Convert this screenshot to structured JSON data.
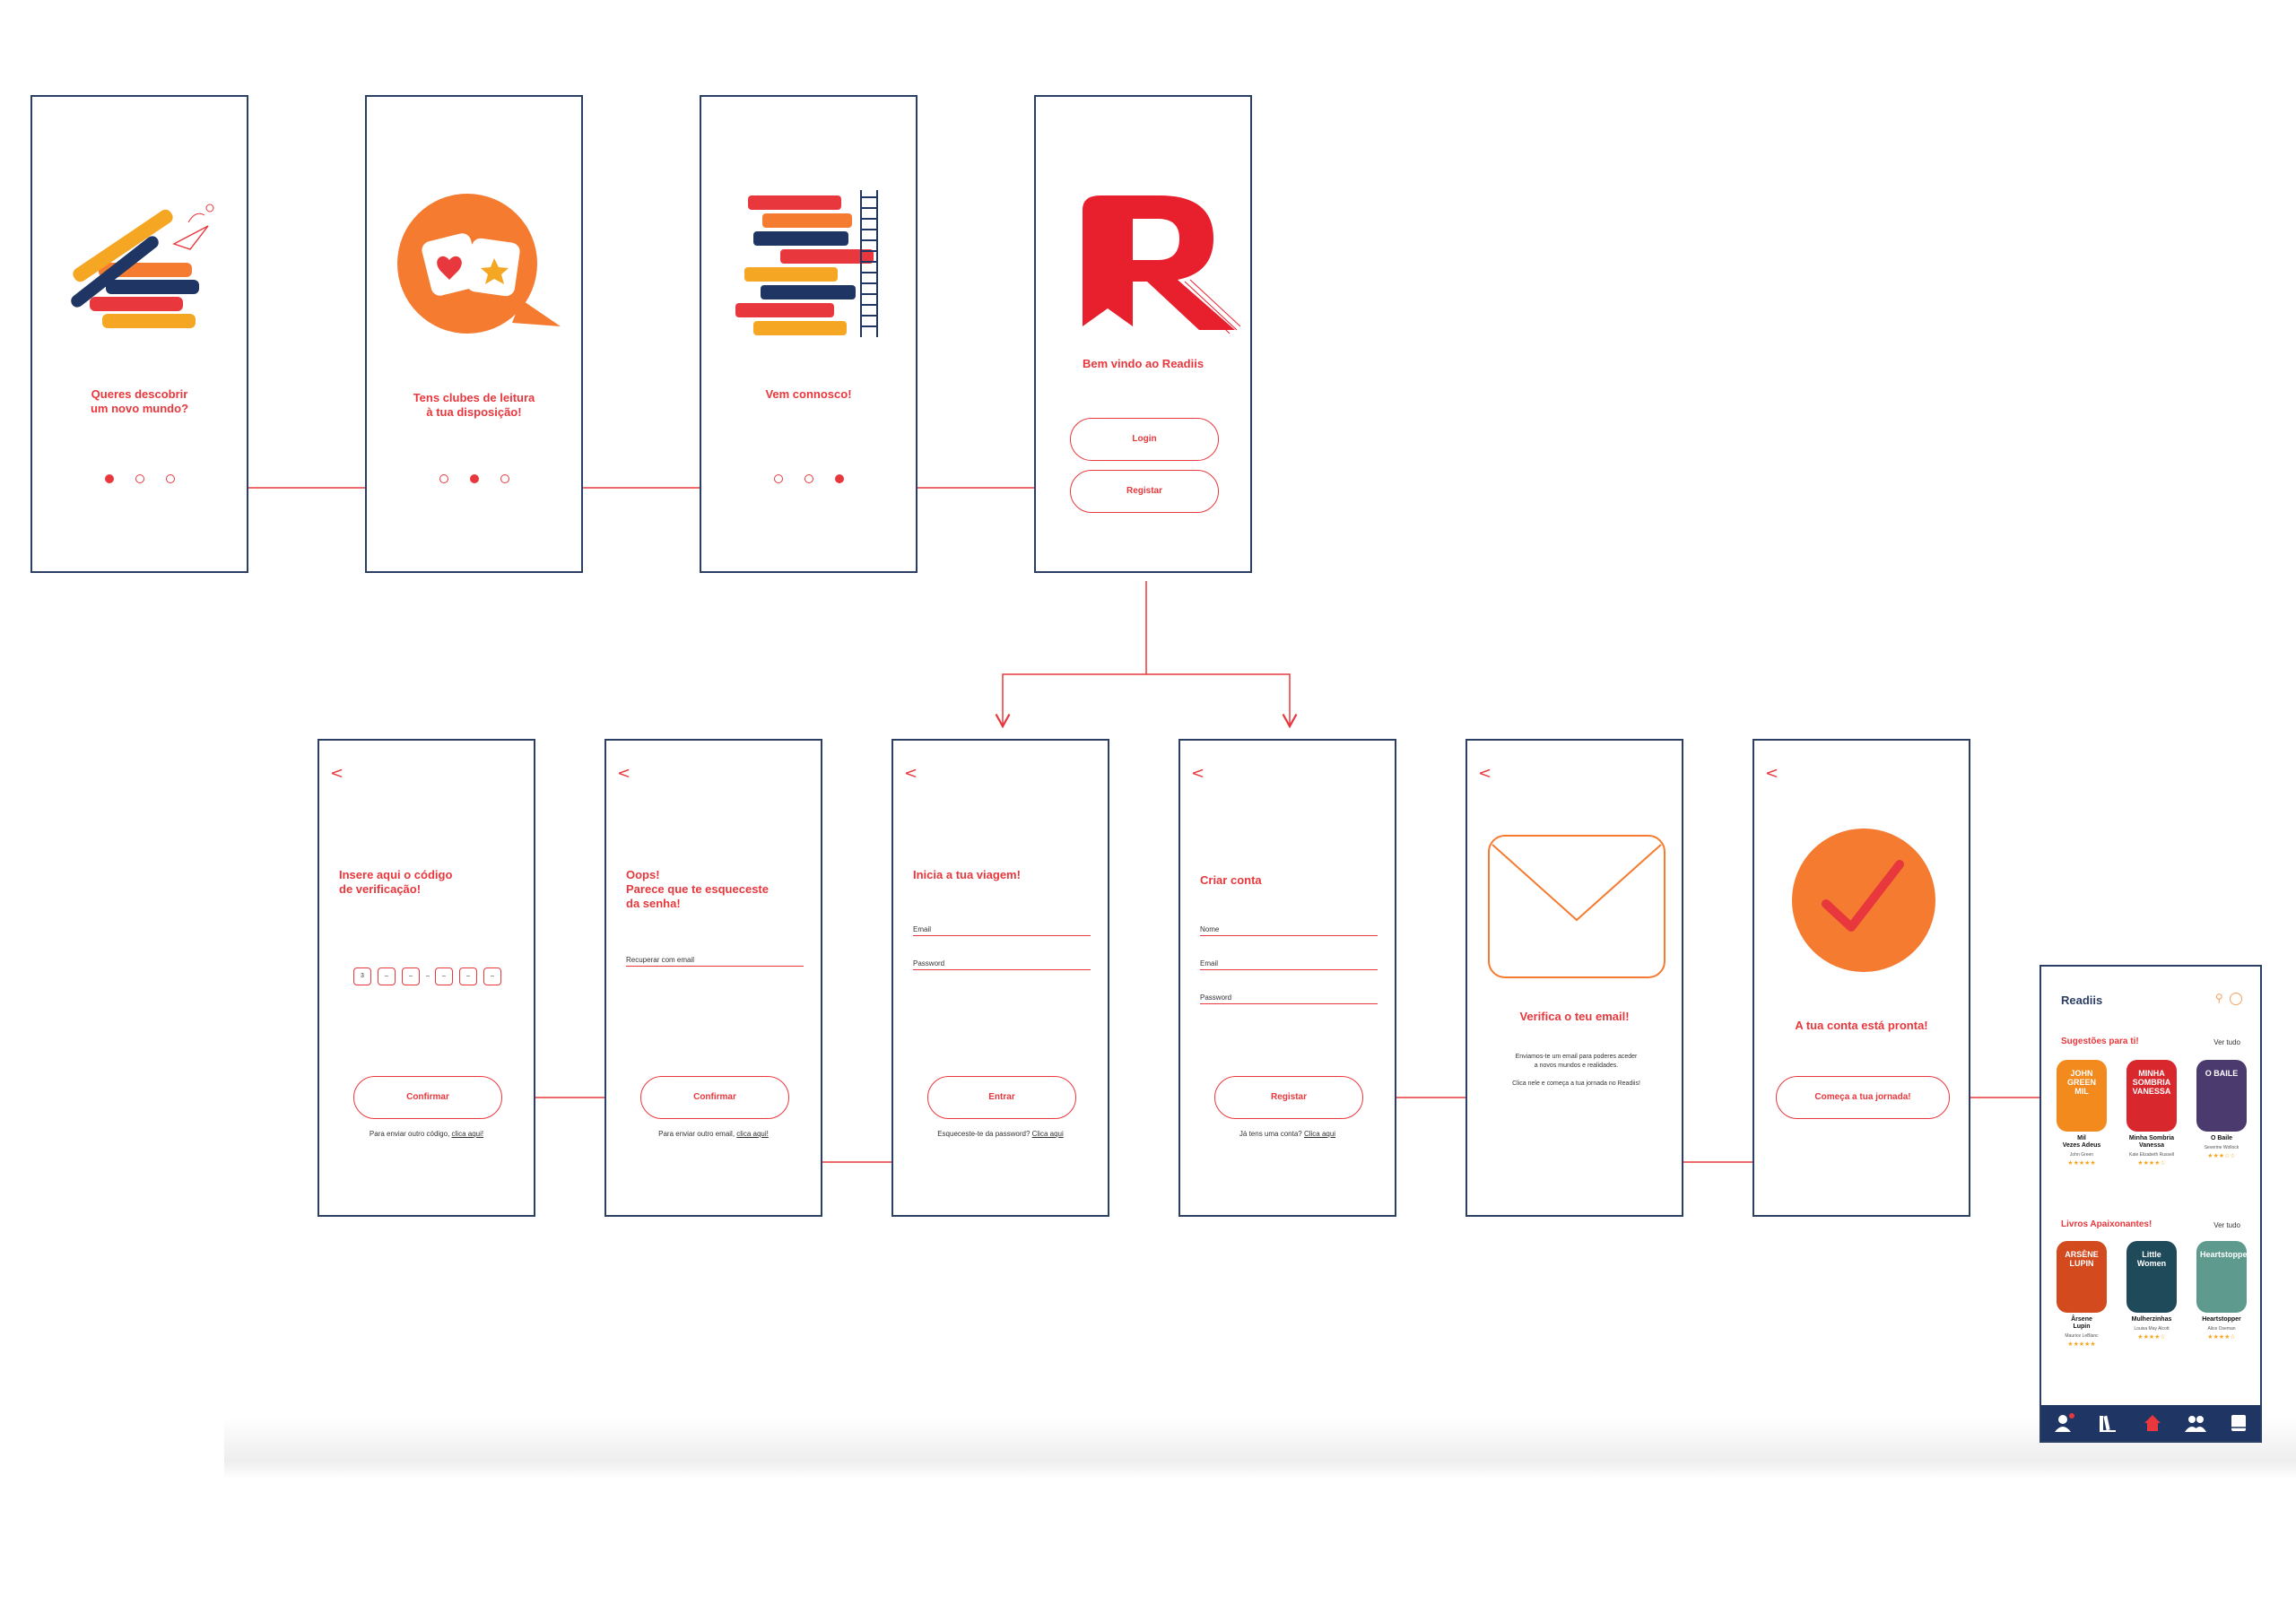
{
  "screens": {
    "onboarding_1": {
      "heading": "Queres descobrir\num novo mundo?"
    },
    "onboarding_2": {
      "heading": "Tens clubes de leitura\nà tua disposição!"
    },
    "onboarding_3": {
      "heading": "Vem connosco!"
    },
    "welcome": {
      "heading": "Bem vindo ao Readiis",
      "login_label": "Login",
      "register_label": "Registar"
    },
    "verify_code": {
      "back": "<",
      "heading": "Insere aqui o código\nde verificação!",
      "code_first_digit": "3",
      "confirm_label": "Confirmar",
      "note_text": "Para enviar outro código, ",
      "note_link": "clica aqui!"
    },
    "forgot_password": {
      "back": "<",
      "heading": "Oops!\nParece que te esqueceste\nda senha!",
      "email_placeholder": "Recuperar com email",
      "confirm_label": "Confirmar",
      "note_text": "Para enviar outro email, ",
      "note_link": "clica aqui!"
    },
    "login": {
      "back": "<",
      "heading": "Inicia a tua viagem!",
      "email_label": "Email",
      "password_label": "Password",
      "enter_label": "Entrar",
      "note_text": "Esqueceste-te da password? ",
      "note_link": "Clica aqui"
    },
    "signup": {
      "back": "<",
      "heading": "Criar  conta",
      "name_label": "Nome",
      "email_label": "Email",
      "password_label": "Password",
      "register_label": "Registar",
      "note_text": "Já tens uma conta? ",
      "note_link": "Clica aqui"
    },
    "verify_email": {
      "back": "<",
      "heading": "Verifica o teu email!",
      "body_1": "Enviamos-te um email para poderes aceder\na novos mundos e realidades.",
      "body_2": "Clica nele e começa a tua jornada no Readiis!"
    },
    "account_ready": {
      "back": "<",
      "heading": "A tua conta está pronta!",
      "start_label": "Começa a tua jornada!"
    },
    "home": {
      "app_title": "Readiis",
      "section_1": "Sugestões para ti!",
      "section_2": "Livros Apaixonantes!",
      "see_all": "Ver tudo",
      "books_1": [
        {
          "cover_text": "JOHN GREEN MIL",
          "title": "Mil\nVezes Adeus",
          "author": "John Green",
          "stars": "★★★★★",
          "color": "#f28a1e"
        },
        {
          "cover_text": "MINHA SOMBRIA VANESSA",
          "title": "Minha Sombria\nVanessa",
          "author": "Kate Elizabeth Russell",
          "stars": "★★★★☆",
          "color": "#d9272e"
        },
        {
          "cover_text": "O BAILE",
          "title": "O Baile",
          "author": "Severine Wollock",
          "stars": "★★★☆☆",
          "color": "#4b3a6e"
        }
      ],
      "books_2": [
        {
          "cover_text": "ARSÈNE LUPIN",
          "title": "Ârsene\nLupin",
          "author": "Maurice LeBlanc",
          "stars": "★★★★★",
          "color": "#d24a1e"
        },
        {
          "cover_text": "Little Women",
          "title": "Mulherzinhas",
          "author": "Louisa May Alcott",
          "stars": "★★★★☆",
          "color": "#1f4a5a"
        },
        {
          "cover_text": "Heartstopper",
          "title": "Heartstopper",
          "author": "Alice Oseman",
          "stars": "★★★★☆",
          "color": "#5e9b8e"
        }
      ]
    }
  },
  "colors": {
    "accent": "#e8383d",
    "orange": "#f47b30",
    "navy": "#1f3563",
    "yellow": "#f5a623"
  }
}
